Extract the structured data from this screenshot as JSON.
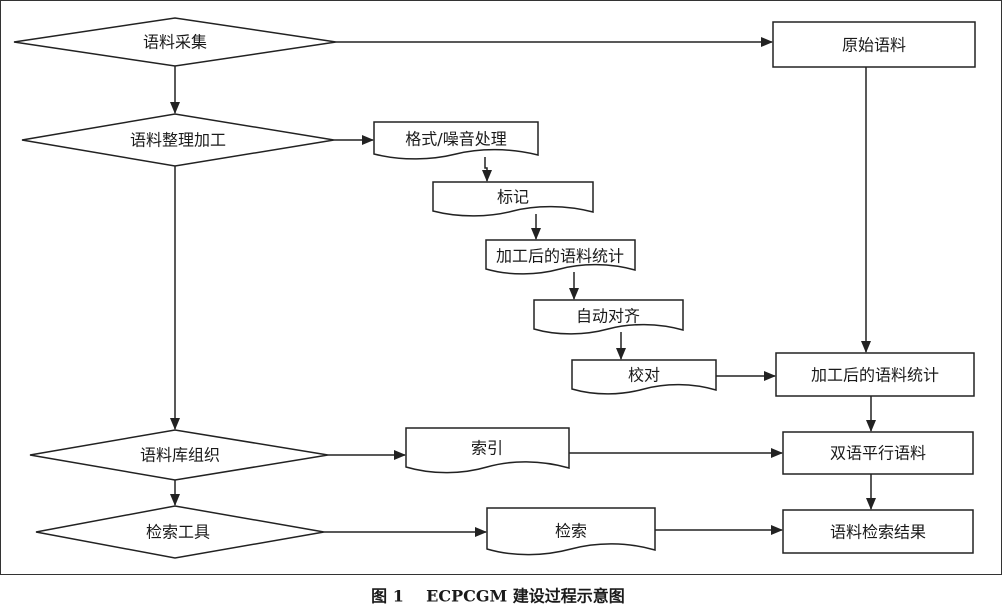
{
  "decisions": {
    "collect": "语料采集",
    "process": "语料整理加工",
    "organize": "语料库组织",
    "tools": "检索工具"
  },
  "documents": {
    "format": "格式/噪音处理",
    "mark": "标记",
    "stats": "加工后的语料统计",
    "align": "自动对齐",
    "proof": "校对",
    "index": "索引",
    "search": "检索"
  },
  "boxes": {
    "raw": "原始语料",
    "stats": "加工后的语料统计",
    "parallel": "双语平行语料",
    "result": "语料检索结果"
  },
  "caption": "图 1    ECPCGM 建设过程示意图"
}
